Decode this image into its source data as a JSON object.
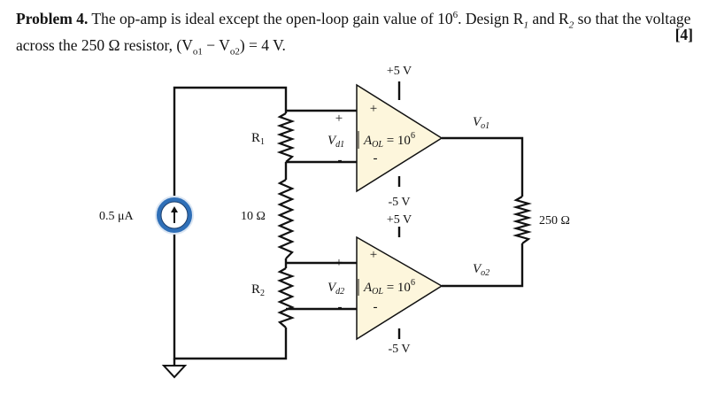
{
  "problem": {
    "label": "Problem 4.",
    "text_part1": "The op-amp is ideal except the open-loop gain value of 10",
    "gain_exp": "6",
    "text_part2": ". Design R",
    "r1_sub": "1",
    "text_part3": " and R",
    "r2_sub": "2",
    "text_part4": " so that the voltage across the 250 Ω resistor, (V",
    "vo1_sub": "o1",
    "text_part5": " − V",
    "vo2_sub": "o2",
    "text_part6": ") = 4 V.",
    "marks": "[4]"
  },
  "circuit": {
    "source_label": "0.5 μA",
    "r1_label": "R",
    "r1_sub": "1",
    "r_mid_label": "10 Ω",
    "r2_label": "R",
    "r2_sub": "2",
    "r_load_label": "250 Ω",
    "opamp1": {
      "supply_pos": "+5 V",
      "supply_neg": "-5 V",
      "plus_in": "+",
      "minus_in": "-",
      "plus_tri": "+",
      "minus_tri": "-",
      "vd": "V",
      "vd_sub": "d1",
      "aol": "A",
      "aol_sub": "OL",
      "aol_value": " = 10",
      "aol_exp": "6",
      "vout": "V",
      "vout_sub": "o1"
    },
    "opamp2": {
      "supply_pos": "+5 V",
      "supply_neg": "-5 V",
      "plus_in": "+",
      "minus_in": "-",
      "plus_tri": "+",
      "minus_tri": "-",
      "vd": "V",
      "vd_sub": "d2",
      "aol": "A",
      "aol_sub": "OL",
      "aol_value": " = 10",
      "aol_exp": "6",
      "vout": "V",
      "vout_sub": "o2"
    }
  },
  "colors": {
    "opamp_fill": "#fdf6dc",
    "source_fill": "#2f6fb7"
  },
  "icons": {
    "source": "current-source-arrow-up-icon",
    "ground": "ground-icon"
  }
}
